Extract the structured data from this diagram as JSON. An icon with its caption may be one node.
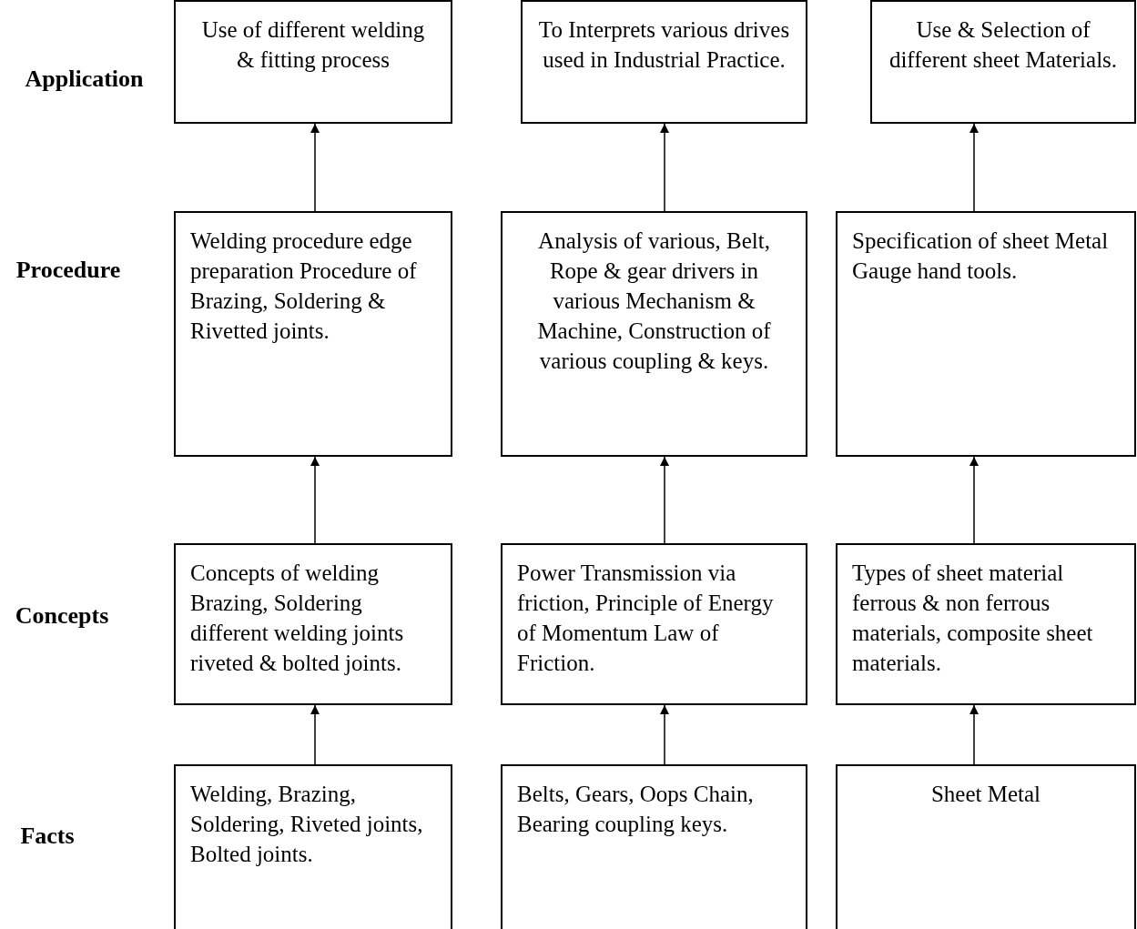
{
  "diagram": {
    "nodes": [
      {
        "text": [
          "Use of different welding & fitting process"
        ]
      },
      {
        "text": [
          "To Interprets various drives used in Industrial Practice."
        ]
      },
      {
        "text": [
          "Use & Selection of different sheet Materials."
        ]
      },
      {
        "text": [
          "Welding procedure edge preparation Procedure of Brazing, Soldering & Rivetted joints."
        ]
      },
      {
        "text": [
          "Analysis of various, Belt, Rope & gear drivers in various Mechanism & Machine, Construction of various coupling & keys."
        ]
      },
      {
        "text": [
          "Specification of sheet Metal Gauge hand tools."
        ]
      },
      {
        "text": [
          "Concepts of welding Brazing, Soldering different welding joints riveted & bolted joints."
        ]
      },
      {
        "text": [
          "Power Transmission via friction, Principle of Energy of Momentum Law of Friction."
        ]
      },
      {
        "text": [
          "Types of sheet material ferrous & non ferrous materials, composite sheet materials."
        ]
      },
      {
        "text": [
          "Welding, Brazing, Soldering, Riveted joints, Bolted joints."
        ]
      },
      {
        "text": [
          "Belts, Gears, Oops Chain, Bearing coupling keys."
        ]
      },
      {
        "text": [
          "Sheet Metal"
        ]
      }
    ],
    "edges": [
      {
        "from": 3,
        "to": 0,
        "arrow": "to"
      },
      {
        "from": 4,
        "to": 1,
        "arrow": "to"
      },
      {
        "from": 5,
        "to": 2,
        "arrow": "to"
      },
      {
        "from": 6,
        "to": 3,
        "arrow": "to"
      },
      {
        "from": 7,
        "to": 4,
        "arrow": "to"
      },
      {
        "from": 8,
        "to": 5,
        "arrow": "to"
      },
      {
        "from": 9,
        "to": 6,
        "arrow": "to"
      },
      {
        "from": 10,
        "to": 7,
        "arrow": "to"
      },
      {
        "from": 11,
        "to": 8,
        "arrow": "to"
      }
    ],
    "labels": [
      "Application",
      "Procedure",
      "Concepts",
      "Facts"
    ]
  }
}
